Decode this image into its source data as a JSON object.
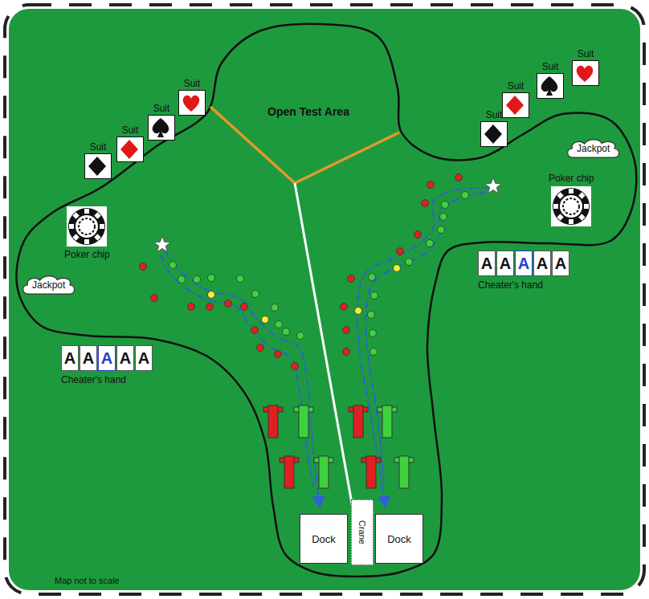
{
  "diagram": {
    "nodes": [
      {
        "text": [
          "Suit"
        ]
      },
      {
        "text": [
          "Suit"
        ]
      },
      {
        "text": [
          "Suit"
        ]
      },
      {
        "text": [
          "Suit"
        ]
      },
      {
        "text": [
          "Suit"
        ]
      },
      {
        "text": [
          "Suit"
        ]
      },
      {
        "text": [
          "Suit"
        ]
      },
      {
        "text": [
          "Suit"
        ]
      },
      {
        "text": [
          "Jackpot"
        ]
      },
      {
        "text": [
          "Poker chip"
        ]
      },
      {
        "text": [
          "Poker chip"
        ]
      },
      {
        "text": [
          "Jackpot"
        ]
      },
      {
        "text": [
          "Cheater's hand"
        ]
      },
      {
        "text": [
          "A"
        ],
        "in": 12
      },
      {
        "text": [
          "A"
        ],
        "in": 12
      },
      {
        "text": [
          "A"
        ],
        "in": 12
      },
      {
        "text": [
          "A"
        ],
        "in": 12
      },
      {
        "text": [
          "A"
        ],
        "in": 12
      },
      {
        "text": [
          "Cheater's hand"
        ]
      },
      {
        "text": [
          "A"
        ],
        "in": 18
      },
      {
        "text": [
          "A"
        ],
        "in": 18
      },
      {
        "text": [
          "A"
        ],
        "in": 18
      },
      {
        "text": [
          "A"
        ],
        "in": 18
      },
      {
        "text": [
          "A"
        ],
        "in": 18
      },
      {
        "text": [
          "Dock"
        ]
      },
      {
        "text": [
          "Crane"
        ]
      },
      {
        "text": [
          "Dock"
        ]
      }
    ],
    "labels": [
      "Open Test Area",
      "Map not to scale"
    ]
  }
}
